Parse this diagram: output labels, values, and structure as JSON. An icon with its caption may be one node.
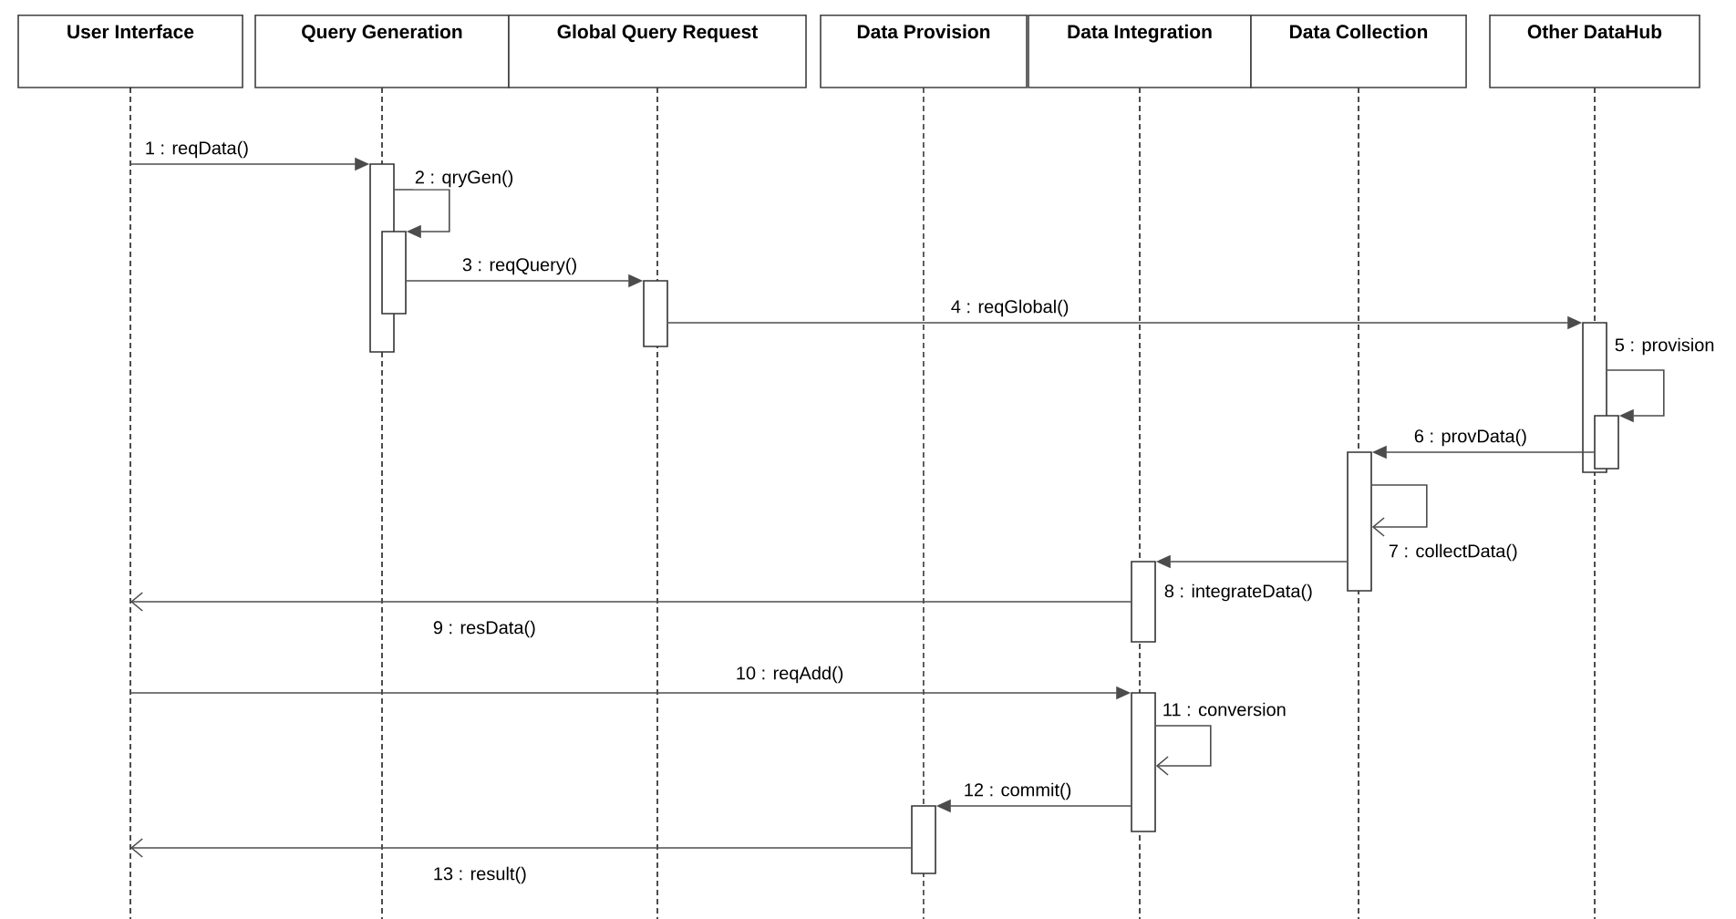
{
  "diagram": {
    "nodes": [
      {
        "text": [
          "User Interface"
        ]
      },
      {
        "text": [
          "Query Generation"
        ]
      },
      {
        "text": [
          "Global Query Request"
        ]
      },
      {
        "text": [
          "Data Provision"
        ]
      },
      {
        "text": [
          "Data Integration"
        ]
      },
      {
        "text": [
          "Data Collection"
        ]
      },
      {
        "text": [
          "Other DataHub"
        ]
      },
      {
        "text": [],
        "shape": "line"
      },
      {
        "text": [],
        "shape": "bar"
      },
      {
        "text": [],
        "shape": "bar"
      },
      {
        "text": [],
        "shape": "bar"
      },
      {
        "text": [],
        "shape": "bar"
      },
      {
        "text": [],
        "shape": "bar"
      },
      {
        "text": [],
        "shape": "bar"
      },
      {
        "text": [],
        "shape": "bar"
      },
      {
        "text": [],
        "shape": "bar"
      },
      {
        "text": [],
        "shape": "bar"
      }
    ],
    "edges": [
      {
        "from": 7,
        "to": 8,
        "arrow": "to",
        "label": "1 : reqData()"
      },
      {
        "from": 8,
        "to": 9,
        "arrow": "to",
        "label": "2 : qryGen()"
      },
      {
        "from": 9,
        "to": 10,
        "arrow": "to",
        "label": "3 : reqQuery()"
      },
      {
        "from": 10,
        "to": 11,
        "arrow": "to",
        "label": "4 : reqGlobal()"
      },
      {
        "from": 11,
        "to": 12,
        "arrow": "to",
        "label": "5 : provision"
      },
      {
        "from": 12,
        "to": 13,
        "arrow": "to",
        "label": "6 : provData()"
      },
      {
        "from": 13,
        "to": 13,
        "arrow": "to",
        "label": "7 : collectData()"
      },
      {
        "from": 13,
        "to": 14,
        "arrow": "to",
        "label": "8 : integrateData()"
      },
      {
        "from": 14,
        "to": 7,
        "arrow": "to",
        "label": "9 : resData()"
      },
      {
        "from": 7,
        "to": 15,
        "arrow": "to",
        "label": "10 : reqAdd()"
      },
      {
        "from": 15,
        "to": 15,
        "arrow": "to",
        "label": "11 : conversion"
      },
      {
        "from": 15,
        "to": 16,
        "arrow": "to",
        "label": "12 : commit()"
      },
      {
        "from": 16,
        "to": 7,
        "arrow": "to",
        "label": "13 : result()"
      }
    ]
  }
}
